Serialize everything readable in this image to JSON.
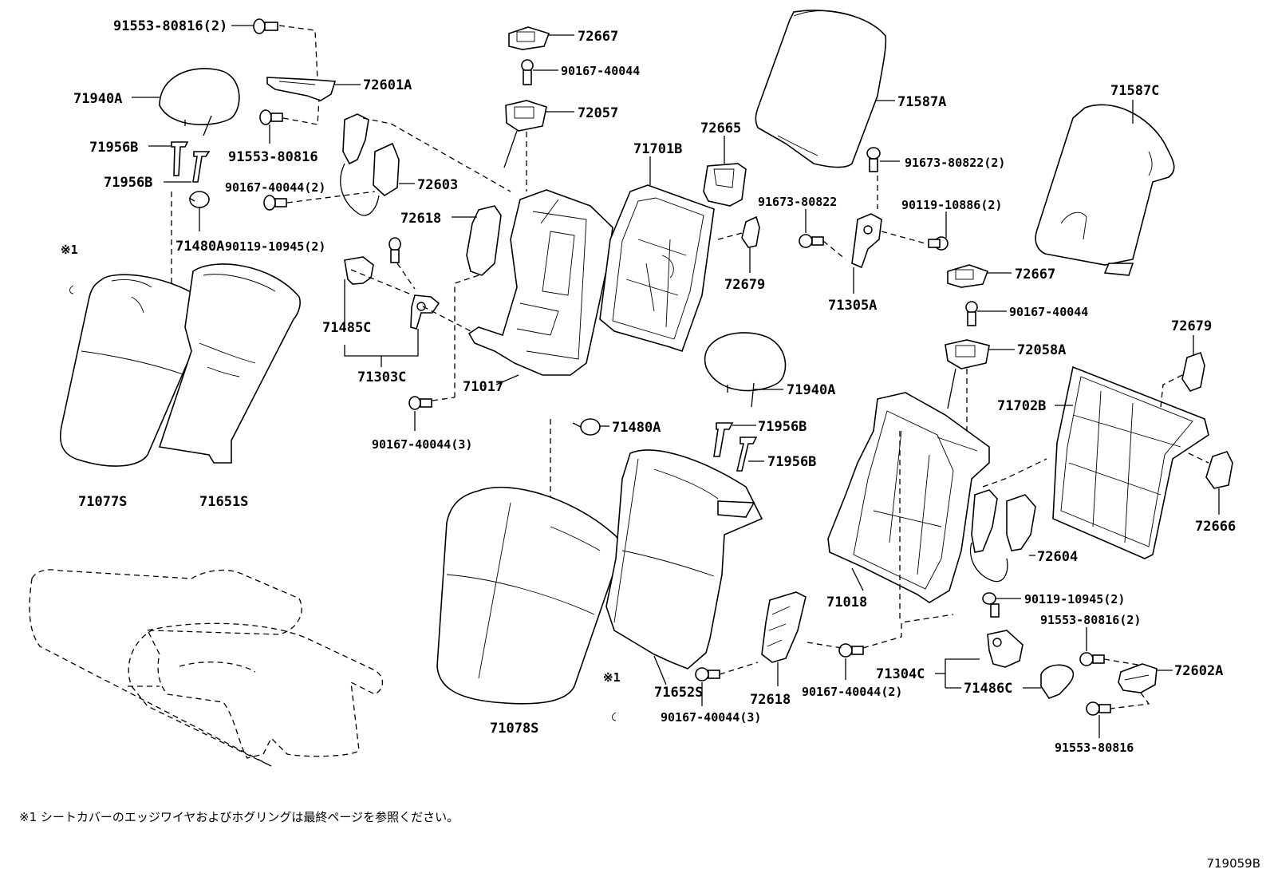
{
  "labels": {
    "bolt_91553_80816_2_top": "91553-80816(2)",
    "headrest_71940A_left": "71940A",
    "bracket_72601A": "72601A",
    "bolt_91553_80816_left": "91553-80816",
    "guide_71956B_1": "71956B",
    "guide_71956B_2": "71956B",
    "bolt_90167_40044_2_left": "90167-40044(2)",
    "lock_72603": "72603",
    "clip_71480A_left": "71480A",
    "bolt_90119_10945_2_left": "90119-10945(2)",
    "note_ref_left": "※1",
    "cover_72667_top": "72667",
    "bolt_90167_40044_top": "90167-40044",
    "knob_72057": "72057",
    "bracket_72618_left": "72618",
    "cover_71485C": "71485C",
    "hinge_71303C": "71303C",
    "frame_71017": "71017",
    "bolt_90167_40044_3_left": "90167-40044(3)",
    "cover_71077S": "71077S",
    "pad_71651S": "71651S",
    "cover_71587A": "71587A",
    "board_71701B": "71701B",
    "cover_72665": "72665",
    "bracket_72679_mid": "72679",
    "bolt_91673_80822_2": "91673-80822(2)",
    "bolt_91673_80822": "91673-80822",
    "bolt_90119_10886_2": "90119-10886(2)",
    "hinge_71305A": "71305A",
    "cover_71587C": "71587C",
    "cover_72667_right": "72667",
    "bolt_90167_40044_right": "90167-40044",
    "knob_72058A": "72058A",
    "headrest_71940A_mid": "71940A",
    "clip_71480A_mid": "71480A",
    "guide_71956B_3": "71956B",
    "guide_71956B_4": "71956B",
    "bracket_72679_right": "72679",
    "board_71702B": "71702B",
    "bracket_72666": "72666",
    "lock_72604": "72604",
    "frame_71018": "71018",
    "bolt_90119_10945_2_right": "90119-10945(2)",
    "bolt_91553_80816_2_right": "91553-80816(2)",
    "hinge_71304C": "71304C",
    "bracket_72602A": "72602A",
    "cover_71486C": "71486C",
    "bolt_90167_40044_2_right": "90167-40044(2)",
    "bracket_72618_right": "72618",
    "pad_71652S": "71652S",
    "bolt_90167_40044_3_right": "90167-40044(3)",
    "cover_71078S": "71078S",
    "note_ref_mid": "※1",
    "bolt_91553_80816_right": "91553-80816"
  },
  "footnote": "※1  シートカバーのエッジワイヤおよびホグリングは最終ページを参照ください。",
  "diagram_code": "719059B"
}
